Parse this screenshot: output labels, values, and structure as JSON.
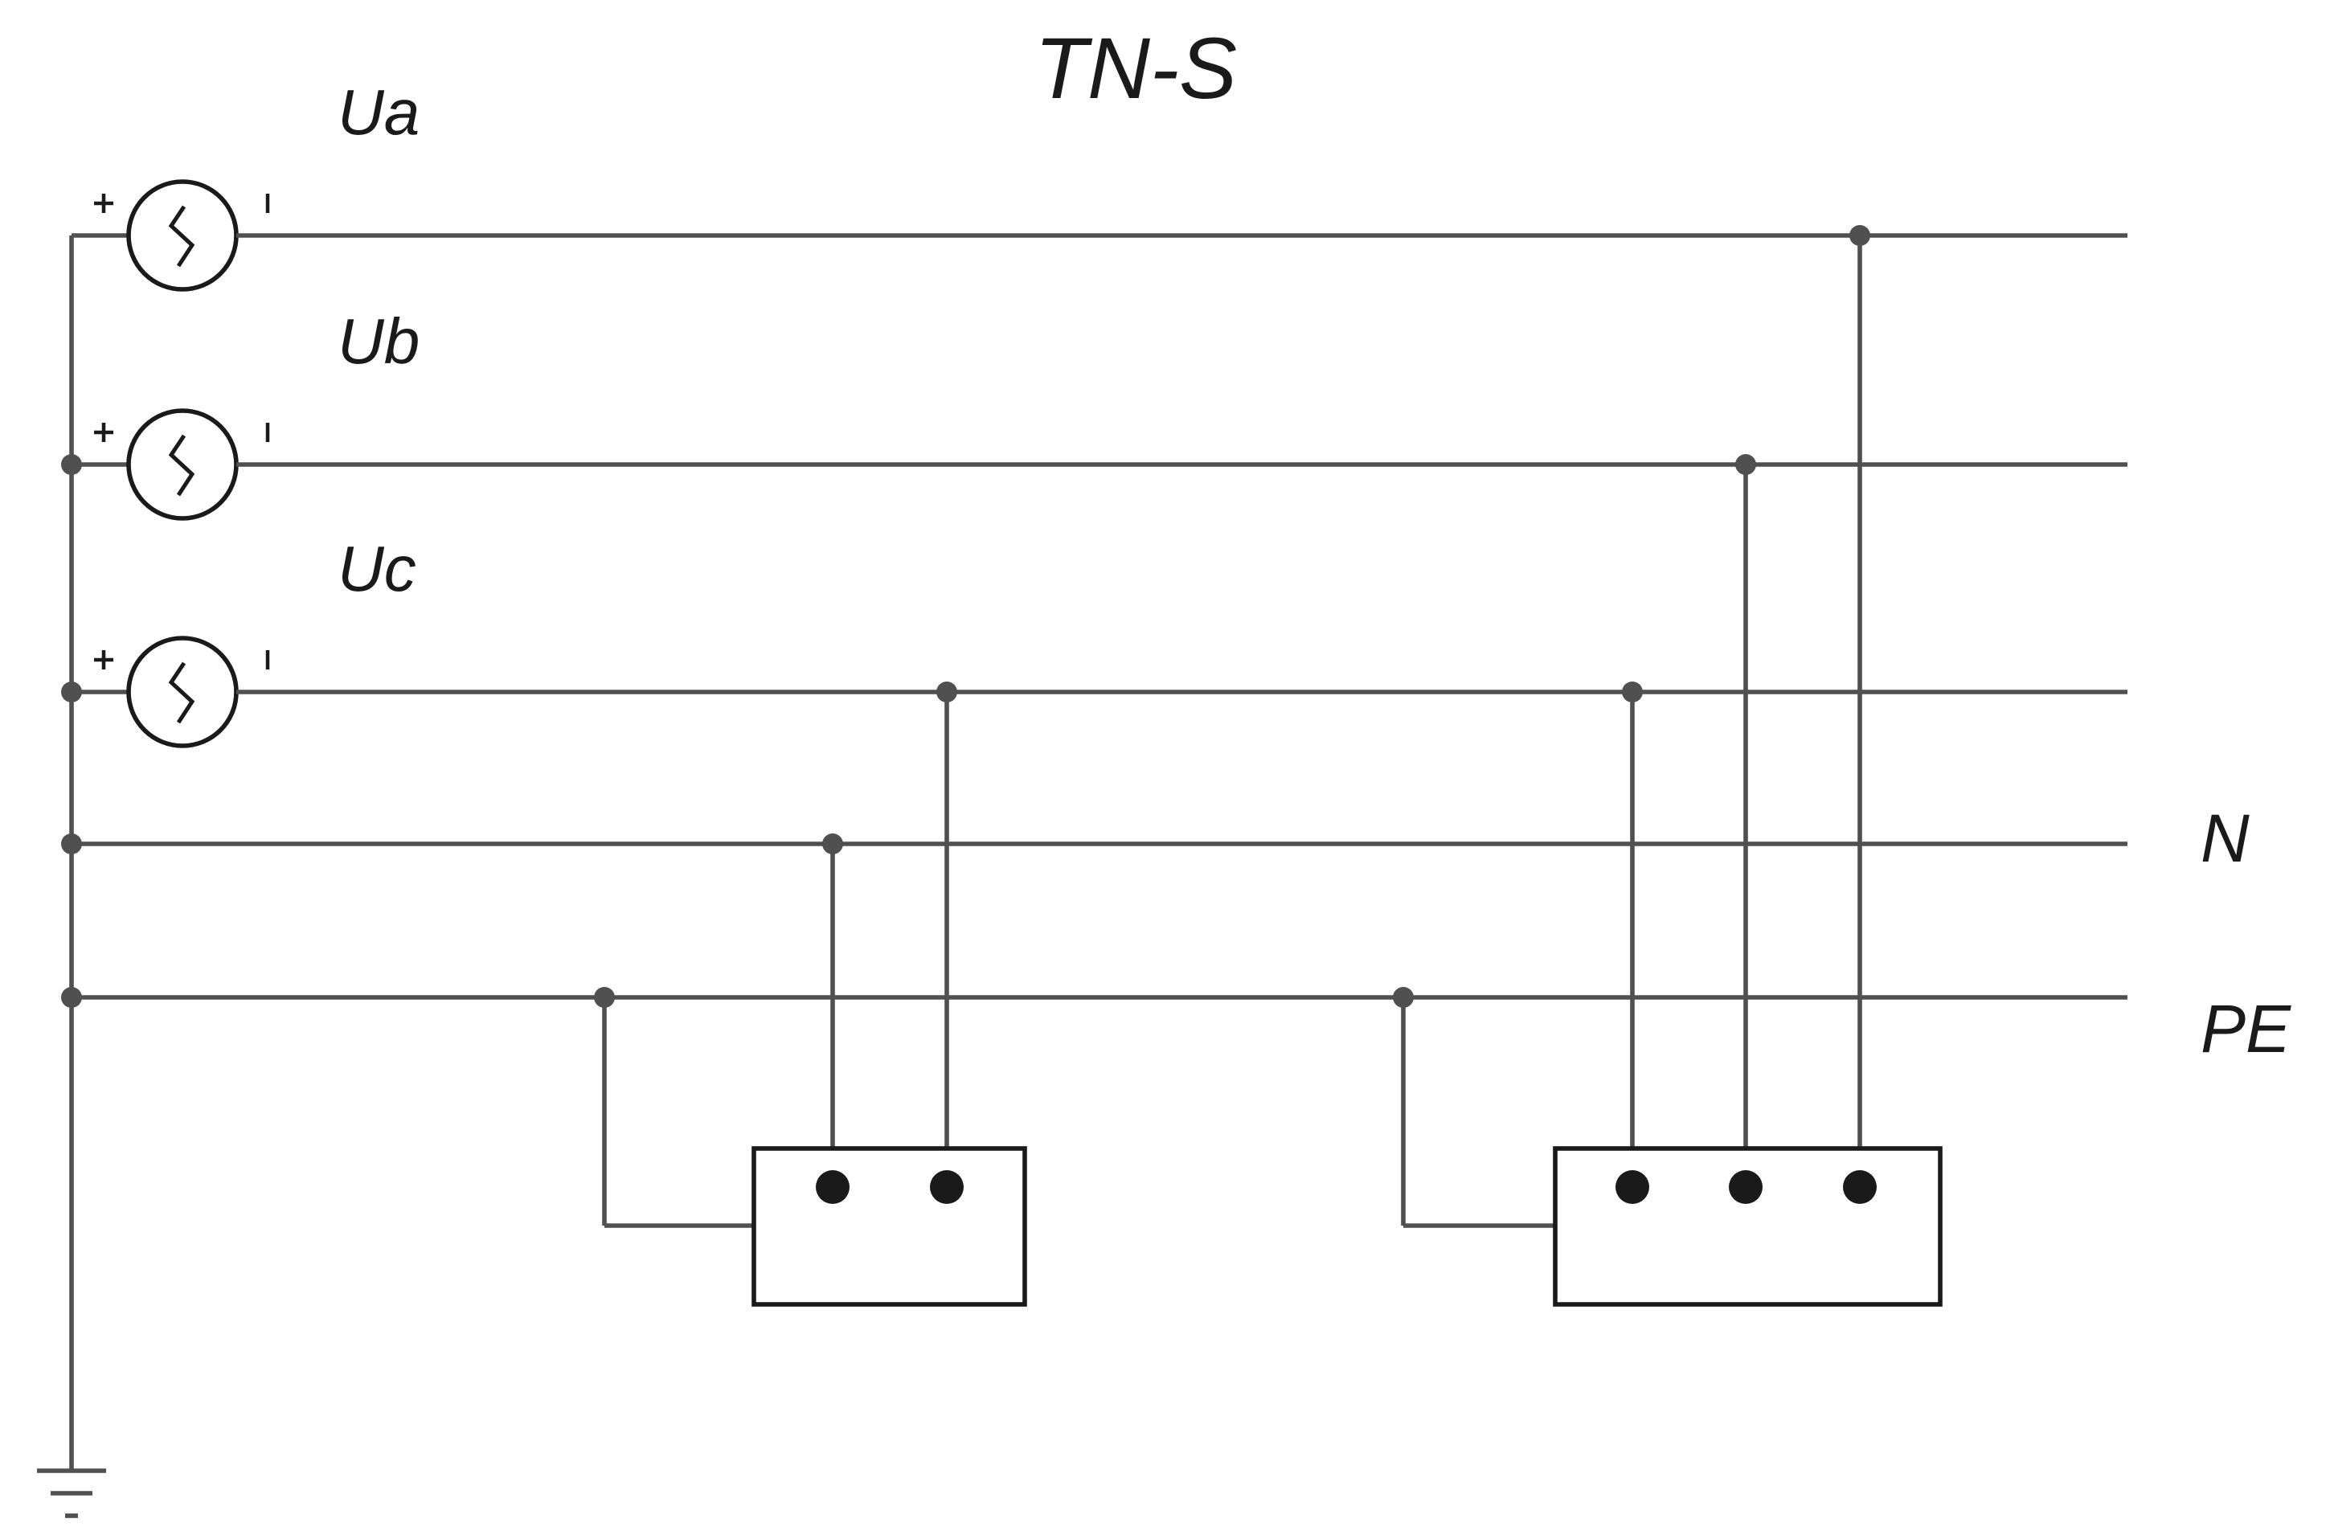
{
  "title": "TN-S",
  "sources": [
    {
      "label": "Ua"
    },
    {
      "label": "Ub"
    },
    {
      "label": "Uc"
    }
  ],
  "bus_labels": {
    "n": "N",
    "pe": "PE"
  },
  "colors": {
    "wire": "#505050",
    "outline": "#1a1a1a",
    "background": "#ffffff"
  }
}
